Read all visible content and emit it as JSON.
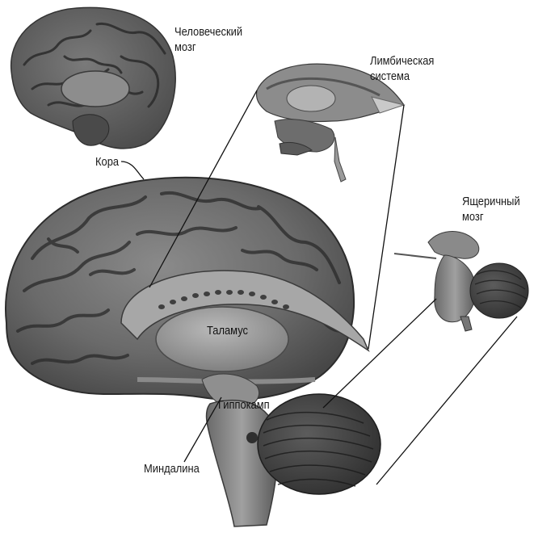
{
  "labels": {
    "human_brain": [
      "Человеческий",
      "мозг"
    ],
    "limbic_system": [
      "Лимбическая",
      "система"
    ],
    "reptile_brain": [
      "Ящеричный",
      "мозг"
    ],
    "cortex": "Кора",
    "thalamus": "Таламус",
    "hippocampus": "Гиппокамп",
    "amygdala": "Миндалина"
  },
  "colors": {
    "brain_gray": "#6e6e6e",
    "brain_dark": "#3a3a3a",
    "brain_light": "#a8a8a8",
    "line": "#111111",
    "background": "#ffffff"
  }
}
